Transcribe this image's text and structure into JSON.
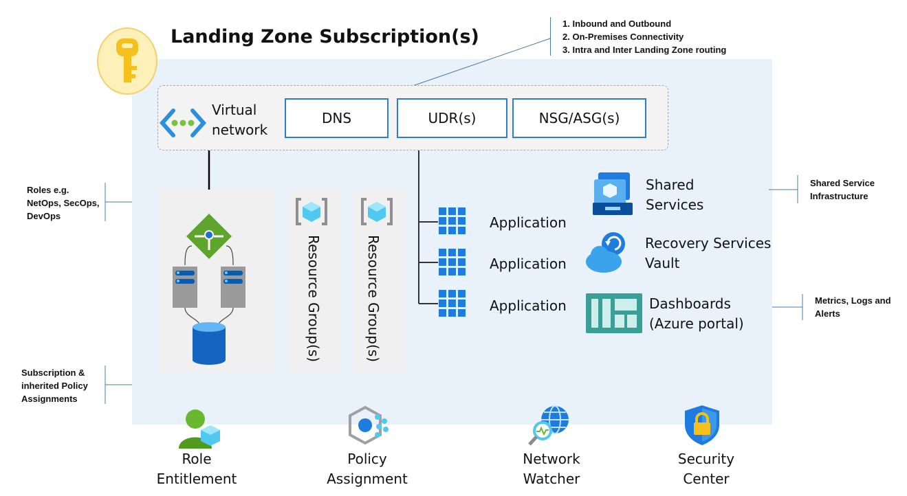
{
  "title": "Landing Zone Subscription(s)",
  "vnet": {
    "label_line1": "Virtual",
    "label_line2": "network"
  },
  "boxes": {
    "dns": "DNS",
    "udr": "UDR(s)",
    "nsg": "NSG/ASG(s)"
  },
  "resource_groups": [
    "Resource Group(s)",
    "Resource Group(s)"
  ],
  "applications": [
    "Application",
    "Application",
    "Application"
  ],
  "services": {
    "shared": {
      "line1": "Shared",
      "line2": "Services"
    },
    "recovery": {
      "line1": "Recovery Services",
      "line2": "Vault"
    },
    "dashboards": {
      "line1": "Dashboards",
      "line2": "(Azure portal)"
    }
  },
  "notes": {
    "routing": [
      "1. Inbound and Outbound",
      "2. On-Premises Connectivity",
      "3. Intra and Inter Landing Zone routing"
    ],
    "roles": [
      "Roles e.g.",
      "NetOps, SecOps,",
      "DevOps"
    ],
    "policy": [
      "Subscription &",
      "inherited Policy",
      "Assignments"
    ],
    "shared_infra": [
      "Shared Service",
      "Infrastructure"
    ],
    "metrics": [
      "Metrics, Logs and",
      "Alerts"
    ]
  },
  "bottom": {
    "role": {
      "line1": "Role",
      "line2": "Entitlement"
    },
    "policy": {
      "line1": "Policy",
      "line2": "Assignment"
    },
    "network": {
      "line1": "Network",
      "line2": "Watcher"
    },
    "security": {
      "line1": "Security",
      "line2": "Center"
    }
  },
  "colors": {
    "accent_blue": "#2b7bd3",
    "zone_bg": "#e9f2fb",
    "key_yellow": "#f4c01e",
    "connector_green": "#5fa52d"
  }
}
